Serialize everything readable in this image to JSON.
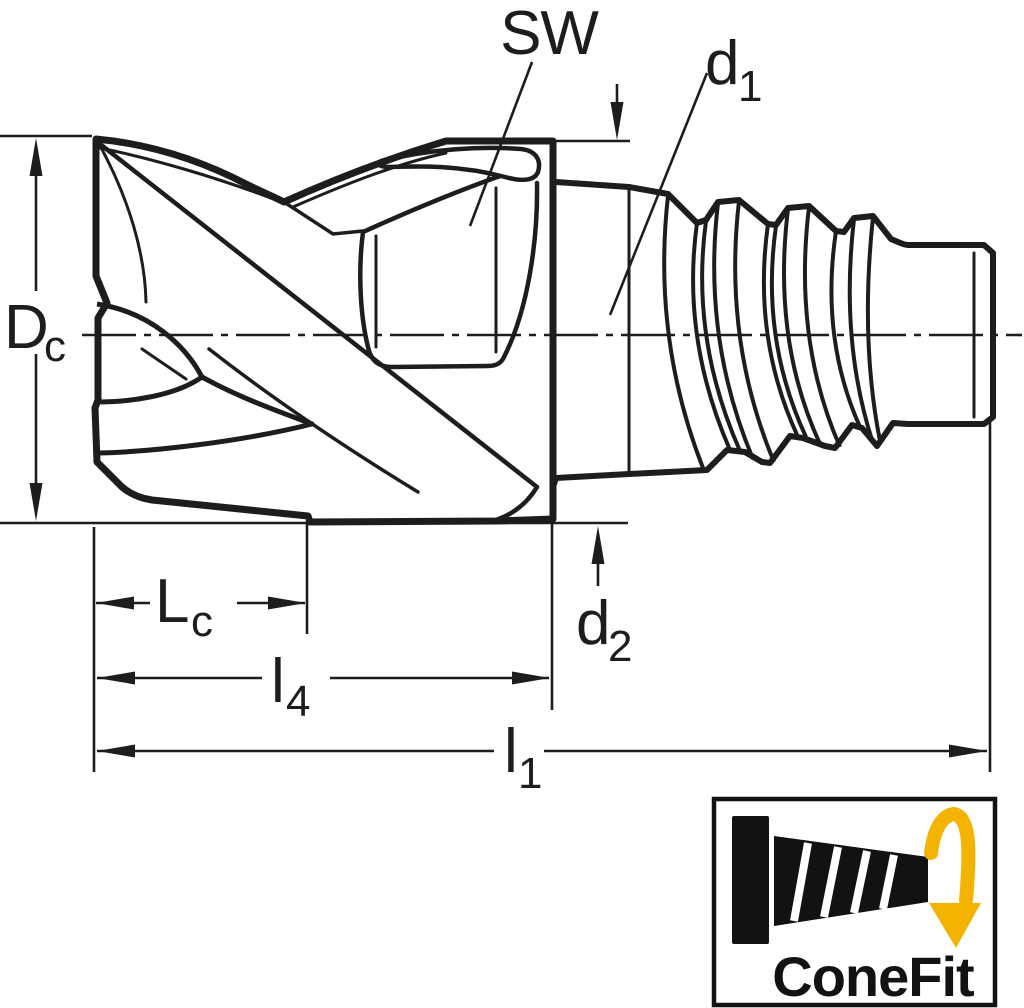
{
  "page": {
    "background": "#ffffff"
  },
  "drawing": {
    "type": "technical-dimension-drawing",
    "subject": "ConeFit exchangeable milling head with threaded adaptor shank",
    "colors": {
      "body_fill": "#dde3e5",
      "line_color": "#1d1d1b",
      "accent_yellow": "#f5b301",
      "logo_black": "#121212",
      "background": "#ffffff"
    },
    "dimensions": {
      "sw": {
        "base": "SW",
        "sub": ""
      },
      "d1": {
        "base": "d",
        "sub": "1"
      },
      "dc": {
        "base": "D",
        "sub": "c"
      },
      "d2": {
        "base": "d",
        "sub": "2"
      },
      "lc": {
        "base": "L",
        "sub": "c"
      },
      "l4": {
        "base": "l",
        "sub": "4"
      },
      "l1": {
        "base": "l",
        "sub": "1"
      }
    },
    "badge": {
      "label": "ConeFit",
      "icons": [
        "cone-icon",
        "rotation-arrow-icon"
      ]
    }
  }
}
